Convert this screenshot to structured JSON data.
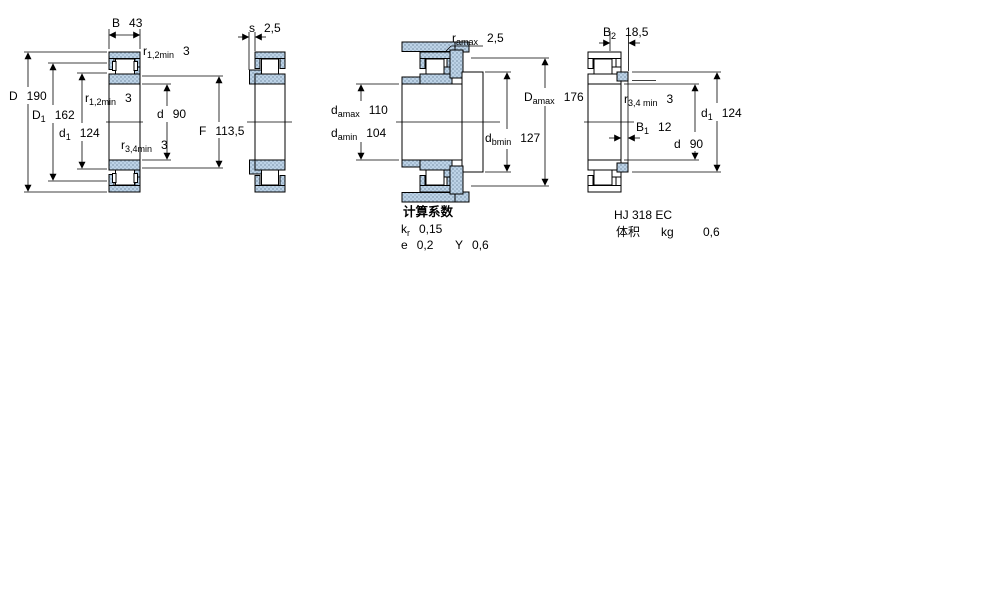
{
  "colors": {
    "section_fill": "#bdd3e7",
    "section_dot": "#9cb3c8",
    "line": "#000000",
    "background": "#ffffff"
  },
  "drawings": {
    "main": {
      "description": "bearing cross-section with boundary dimensions",
      "dims": {
        "B": {
          "sym": "B",
          "val": "43"
        },
        "D": {
          "sym": "D",
          "val": "190"
        },
        "D1": {
          "sym": "D",
          "sub": "1",
          "val": "162"
        },
        "d1": {
          "sym": "d",
          "sub": "1",
          "val": "124"
        },
        "r12_outer": {
          "sym": "r",
          "sub": "1,2min",
          "val": "3"
        },
        "r12_inner": {
          "sym": "r",
          "sub": "1,2min",
          "val": "3"
        },
        "d": {
          "sym": "d",
          "val": "90"
        },
        "F": {
          "sym": "F",
          "val": "113,5"
        },
        "r34": {
          "sym": "r",
          "sub": "3,4min",
          "val": "3"
        }
      }
    },
    "side": {
      "description": "bearing side view with angle ring",
      "dims": {
        "s": {
          "sym": "s",
          "val": "2,5"
        }
      }
    },
    "mounted": {
      "description": "mounted bearing abutment dimensions",
      "dims": {
        "r_amax": {
          "sym": "r",
          "sub": "amax",
          "val": "2,5"
        },
        "d_amax": {
          "sym": "d",
          "sub": "amax",
          "val": "110"
        },
        "d_amin": {
          "sym": "d",
          "sub": "amin",
          "val": "104"
        },
        "d_bmin": {
          "sym": "d",
          "sub": "bmin",
          "val": "127"
        },
        "D_amax": {
          "sym": "D",
          "sub": "amax",
          "val": "176"
        }
      }
    },
    "hj": {
      "description": "HJ angle ring dimensions",
      "dims": {
        "B2": {
          "sym": "B",
          "sub": "2",
          "val": "18,5"
        },
        "r34": {
          "sym": "r",
          "sub": "3,4 min",
          "val": "3"
        },
        "B1": {
          "sym": "B",
          "sub": "1",
          "val": "12"
        },
        "d": {
          "sym": "d",
          "val": "90"
        },
        "d1": {
          "sym": "d",
          "sub": "1",
          "val": "124"
        }
      }
    }
  },
  "calc_factors": {
    "title": "计算系数",
    "kr": {
      "sym": "k",
      "sub": "r",
      "val": "0,15"
    },
    "e": {
      "sym": "e",
      "val": "0,2"
    },
    "Y": {
      "sym": "Y",
      "val": "0,6"
    }
  },
  "hj_ring": {
    "designation": "HJ 318 EC",
    "mass_label": "体积",
    "mass_unit": "kg",
    "mass_value": "0,6"
  }
}
